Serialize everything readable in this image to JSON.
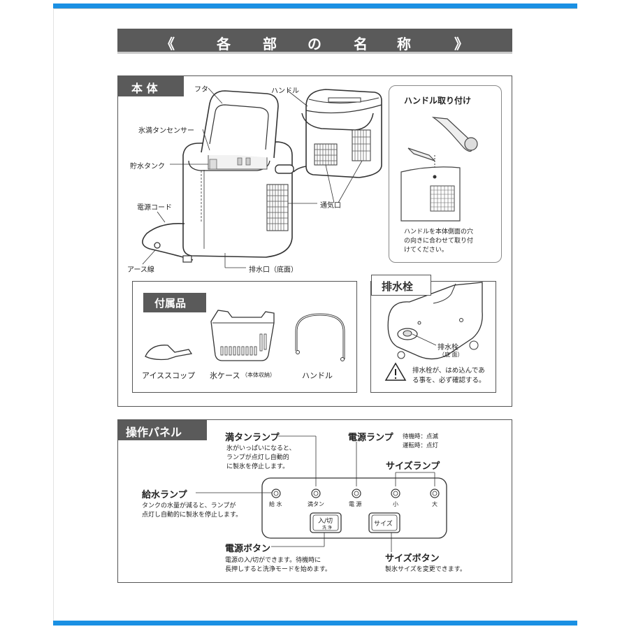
{
  "header": {
    "title_chars": [
      "《",
      "各",
      "部",
      "の",
      "名",
      "称",
      "》"
    ]
  },
  "body_section": {
    "tab": "本 体",
    "labels": {
      "lid": "フタ",
      "sensor": "氷満タンセンサー",
      "tank": "貯水タンク",
      "cord": "電源コード",
      "earth": "アース線",
      "drain": "排水口（底面）",
      "handle": "ハンドル",
      "vent": "通気口"
    }
  },
  "handle_attach": {
    "title": "ハンドル取り付け",
    "desc_lines": [
      "ハンドルを本体側面の穴",
      "の向きに合わせて取り付",
      "けてください。"
    ]
  },
  "accessories": {
    "tab": "付属品",
    "items": [
      "アイススコップ",
      "氷ケース",
      "ハンドル"
    ],
    "ice_case_note": "（本体収納）"
  },
  "drain_plug": {
    "tab": "排水栓",
    "label": "排水栓",
    "sub": "（底 面）",
    "warning_lines": [
      "排水栓が、はめ込んであ",
      "る事を、必ず確認する。"
    ]
  },
  "panel_section": {
    "tab": "操作パネル",
    "full_lamp": {
      "title": "満タンランプ",
      "desc": [
        "氷がいっぱいになると、",
        "ランプが点灯し自動的",
        "に製氷を停止します。"
      ]
    },
    "power_lamp": {
      "title": "電源ランプ",
      "standby": "待機時：点滅",
      "running": "運転時：点灯"
    },
    "size_lamp": {
      "title": "サイズランプ"
    },
    "water_lamp": {
      "title": "給水ランプ",
      "desc": [
        "タンクの水量が減ると、ランプが",
        "点灯し自動的に製氷を停止します。"
      ]
    },
    "power_button": {
      "title": "電源ボタン",
      "desc": [
        "電源の入/切ができます。待機時に",
        "長押しすると洗浄モードを始めます。"
      ]
    },
    "size_button": {
      "title": "サイズボタン",
      "desc": [
        "製氷サイズを変更できます。"
      ]
    },
    "panel_lamps": [
      "給 水",
      "満タン",
      "電 源",
      "小",
      "大"
    ],
    "btn_power": "入/切",
    "btn_power_sub": "洗 浄",
    "btn_size": "サイズ"
  }
}
